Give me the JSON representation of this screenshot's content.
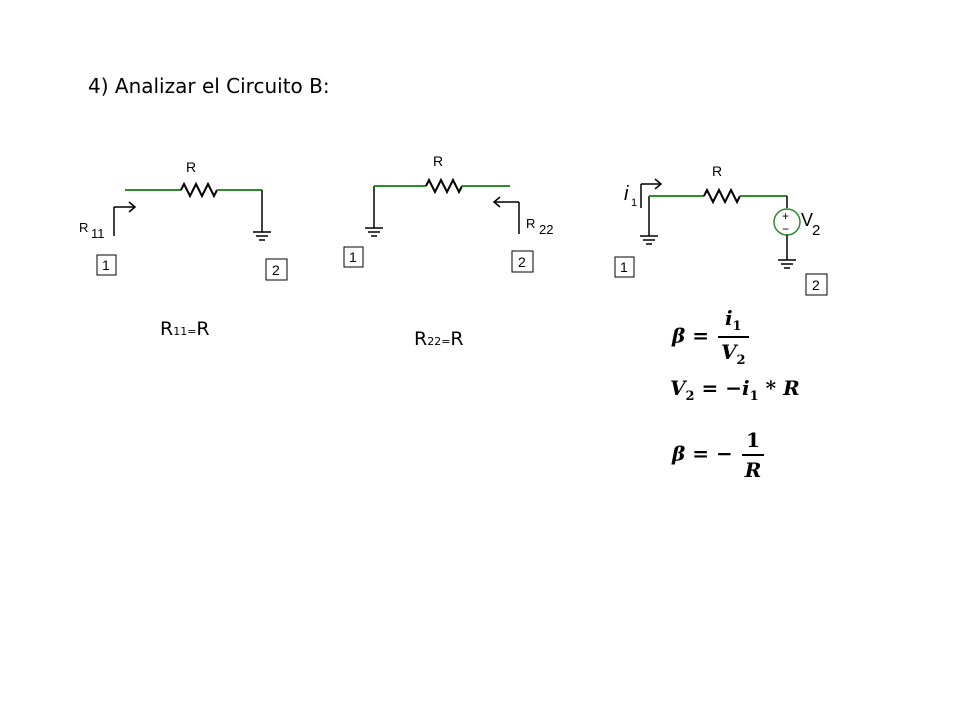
{
  "title": "4) Analizar el Circuito B:",
  "circuit1": {
    "resistor": "R",
    "port_label": "R",
    "port_sub": "11",
    "node1": "1",
    "node2": "2"
  },
  "circuit2": {
    "resistor": "R",
    "port_label": "R",
    "port_sub": "22",
    "node1": "1",
    "node2": "2"
  },
  "circuit3": {
    "resistor": "R",
    "current_label": "i",
    "current_sub": "1",
    "voltage_label": "V",
    "voltage_sub": "2",
    "plus": "+",
    "minus": "−",
    "node1": "1",
    "node2": "2"
  },
  "results": {
    "r11": {
      "main": "R",
      "sub": "11=",
      "rhs": "R"
    },
    "r22": {
      "main": "R",
      "sub": "22=",
      "rhs": "R"
    }
  },
  "equations": {
    "eq1": {
      "beta": "β",
      "equals": "=",
      "num": "i",
      "num_sub": "1",
      "den": "V",
      "den_sub": "2"
    },
    "eq2": {
      "lhs": "V",
      "lhs_sub": "2",
      "equals": "=",
      "neg": "−",
      "var": "i",
      "var_sub": "1",
      "op": "*",
      "rhs": "R"
    },
    "eq3": {
      "beta": "β",
      "equals": "=",
      "neg": "−",
      "num": "1",
      "den": "R"
    }
  },
  "colors": {
    "wire_green": "#2e8b2e",
    "component": "#000000",
    "port_arrow": "#000000"
  }
}
